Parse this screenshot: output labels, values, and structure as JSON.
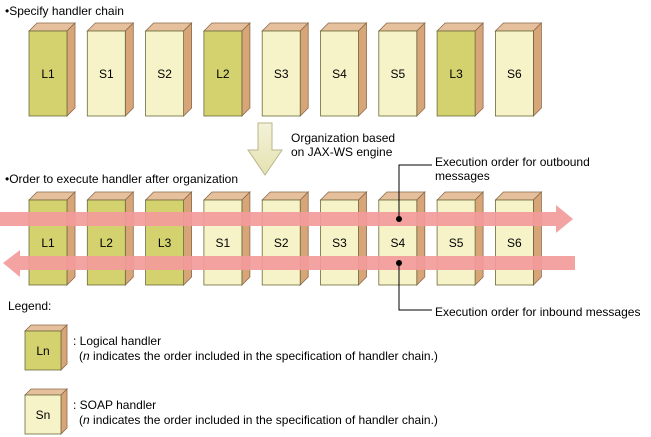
{
  "section1": {
    "title": "Specify handler chain",
    "handlers": [
      {
        "label": "L1",
        "type": "logical"
      },
      {
        "label": "S1",
        "type": "soap"
      },
      {
        "label": "S2",
        "type": "soap"
      },
      {
        "label": "L2",
        "type": "logical"
      },
      {
        "label": "S3",
        "type": "soap"
      },
      {
        "label": "S4",
        "type": "soap"
      },
      {
        "label": "S5",
        "type": "soap"
      },
      {
        "label": "L3",
        "type": "logical"
      },
      {
        "label": "S6",
        "type": "soap"
      }
    ]
  },
  "organization_note": {
    "line1": "Organization based",
    "line2": "on JAX-WS engine"
  },
  "section2": {
    "title": "Order to execute handler after organization",
    "handlers": [
      {
        "label": "L1",
        "type": "logical"
      },
      {
        "label": "L2",
        "type": "logical"
      },
      {
        "label": "L3",
        "type": "logical"
      },
      {
        "label": "S1",
        "type": "soap"
      },
      {
        "label": "S2",
        "type": "soap"
      },
      {
        "label": "S3",
        "type": "soap"
      },
      {
        "label": "S4",
        "type": "soap"
      },
      {
        "label": "S5",
        "type": "soap"
      },
      {
        "label": "S6",
        "type": "soap"
      }
    ],
    "outbound_label_line1": "Execution order for outbound",
    "outbound_label_line2": "messages",
    "inbound_label": "Execution order for inbound messages"
  },
  "legend": {
    "title": "Legend:",
    "logical": {
      "box_label": "Ln",
      "name": ": Logical handler",
      "note_var": "n",
      "note_rest": " indicates the order included in the specification of handler chain.)"
    },
    "soap": {
      "box_label": "Sn",
      "name": ": SOAP handler",
      "note_var": "n",
      "note_rest": " indicates the order included in the specification of handler chain.)"
    }
  },
  "colors": {
    "logical_front": "#d3d26e",
    "soap_front": "#f6f3c8",
    "box_side": "#d8a578",
    "box_top": "#e6c09c",
    "arrow": "#f39b9b",
    "down_arrow": "#f0eecf"
  }
}
